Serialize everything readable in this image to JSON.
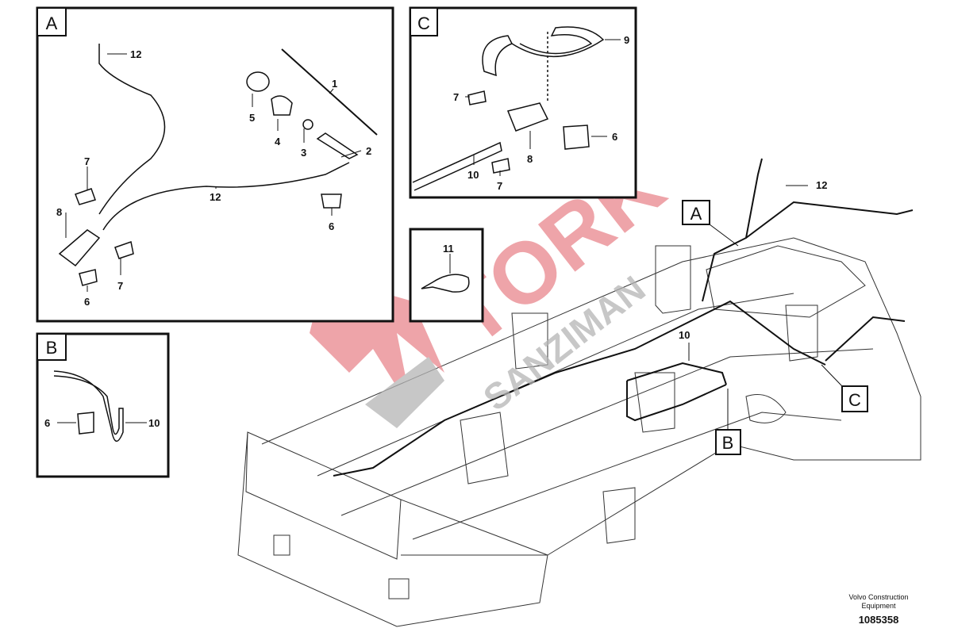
{
  "panels": {
    "A": {
      "tag": "A",
      "callouts": [
        "12",
        "1",
        "5",
        "4",
        "3",
        "2",
        "7",
        "8",
        "12",
        "6",
        "7",
        "6"
      ]
    },
    "C": {
      "tag": "C",
      "callouts": [
        "9",
        "7",
        "6",
        "8",
        "10",
        "7"
      ]
    },
    "D": {
      "callouts": [
        "11"
      ]
    },
    "B": {
      "tag": "B",
      "callouts": [
        "6",
        "10"
      ]
    }
  },
  "main": {
    "tags": [
      "A",
      "B",
      "C"
    ],
    "callouts": [
      "12",
      "10"
    ]
  },
  "watermark": {
    "line1": "TORK",
    "line2": "SANZIMAN",
    "colors": {
      "red": "#e8868c",
      "gray": "#b4b4b4"
    }
  },
  "footer": {
    "maker": "Volvo Construction Equipment",
    "doc_number": "1085358"
  }
}
